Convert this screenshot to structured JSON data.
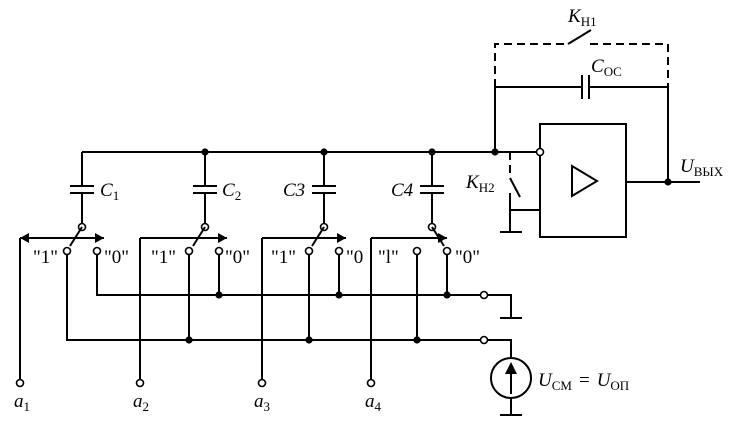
{
  "labels": {
    "k1": "K",
    "k1_sub": "H1",
    "k2": "K",
    "k2_sub": "H2",
    "c_oc": "C",
    "c_oc_sub": "OC",
    "u_out": "U",
    "u_out_sub": "ВЫХ",
    "c1": "C",
    "c1_sub": "1",
    "c2": "C",
    "c2_sub": "2",
    "c3": "C3",
    "c4": "C4",
    "s1_one": "\"1\"",
    "s1_zero": "\"0\"",
    "s2_one": "\"1\"",
    "s2_zero": "\"0\"",
    "s3_one": "\"1\"",
    "s3_zero": "\"0",
    "s4_one": "\"l\"",
    "s4_zero": "\"0\"",
    "a1": "a",
    "a1_sub": "1",
    "a2": "a",
    "a2_sub": "2",
    "a3": "a",
    "a3_sub": "3",
    "a4": "a",
    "a4_sub": "4",
    "u_cm": "U",
    "u_cm_sub": "CM",
    "eq": "=",
    "u_op": "U",
    "u_op_sub": "ОП"
  }
}
